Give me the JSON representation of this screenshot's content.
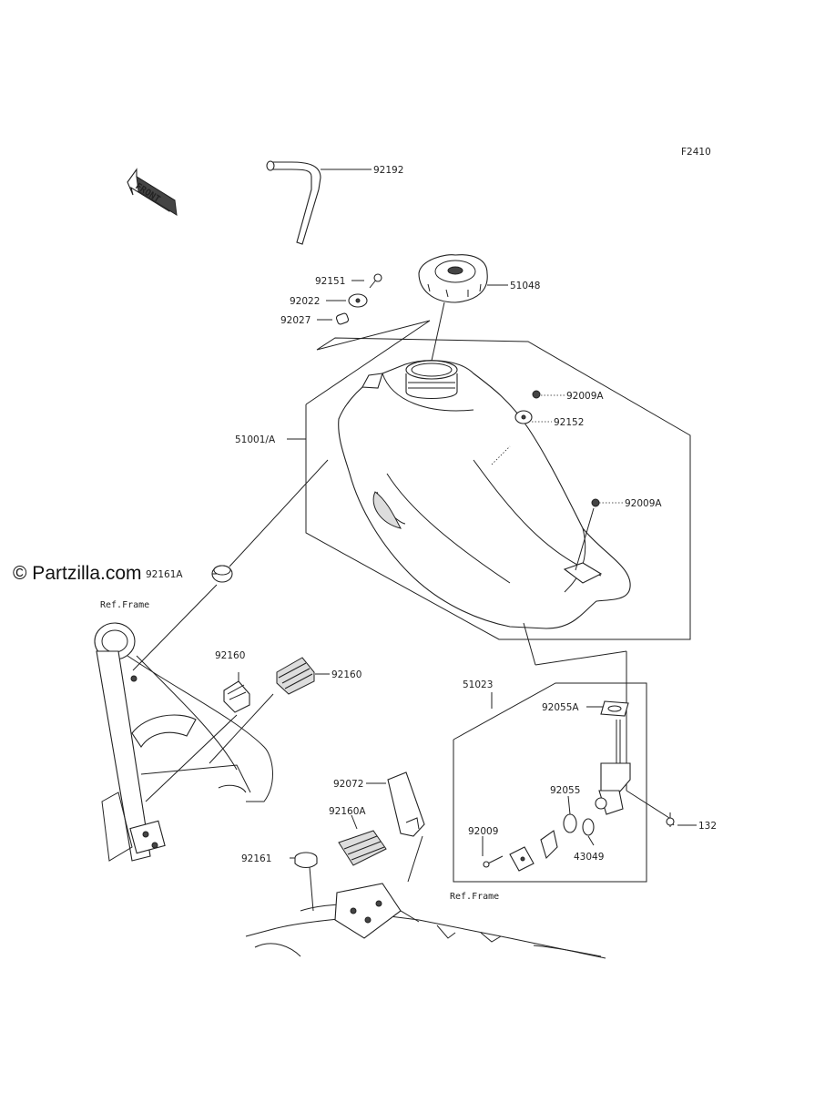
{
  "figure_code": "F2410",
  "watermark": "© Partzilla.com",
  "front_arrow_text": "FRONT",
  "parts": [
    {
      "id": "92192"
    },
    {
      "id": "51048"
    },
    {
      "id": "92151"
    },
    {
      "id": "92022"
    },
    {
      "id": "92027"
    },
    {
      "id": "92009A"
    },
    {
      "id": "92152"
    },
    {
      "id": "92009A"
    },
    {
      "id": "51001/A"
    },
    {
      "id": "92161A"
    },
    {
      "id": "92160"
    },
    {
      "id": "92160"
    },
    {
      "id": "51023"
    },
    {
      "id": "92055A"
    },
    {
      "id": "92055"
    },
    {
      "id": "132"
    },
    {
      "id": "92009"
    },
    {
      "id": "43049"
    },
    {
      "id": "92072"
    },
    {
      "id": "92160A"
    },
    {
      "id": "92161"
    }
  ],
  "refs": [
    "Ref.Frame",
    "Ref.Frame"
  ]
}
